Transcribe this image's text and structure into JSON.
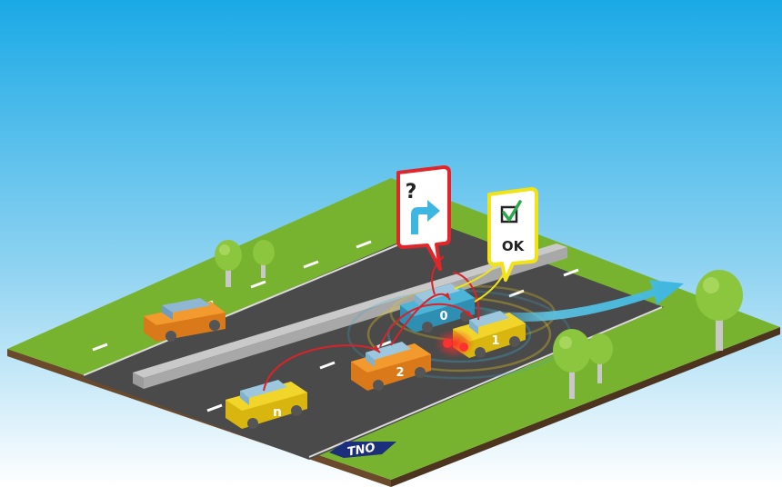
{
  "cars": {
    "car_0": {
      "label": "0",
      "color": "#3aa6c9"
    },
    "car_1": {
      "label": "1",
      "color": "#e8c81a"
    },
    "car_2": {
      "label": "2",
      "color": "#e88a1e"
    },
    "car_n": {
      "label": "n",
      "color": "#e8c81a"
    },
    "oncoming": {
      "color": "#e88a1e"
    }
  },
  "signs": {
    "question_sign": {
      "text": "?",
      "border_color": "#e0262b"
    },
    "ok_sign": {
      "text": "OK",
      "border_color": "#f2e317"
    }
  },
  "logo": {
    "text": "TNO"
  },
  "colors": {
    "sky_top": "#19a9e8",
    "sky_bottom": "#ffffff",
    "grass": "#77b22f",
    "road": "#4a4a4a",
    "message_arrow": "#d8232a",
    "direction_arrow": "#5cc6e6"
  }
}
